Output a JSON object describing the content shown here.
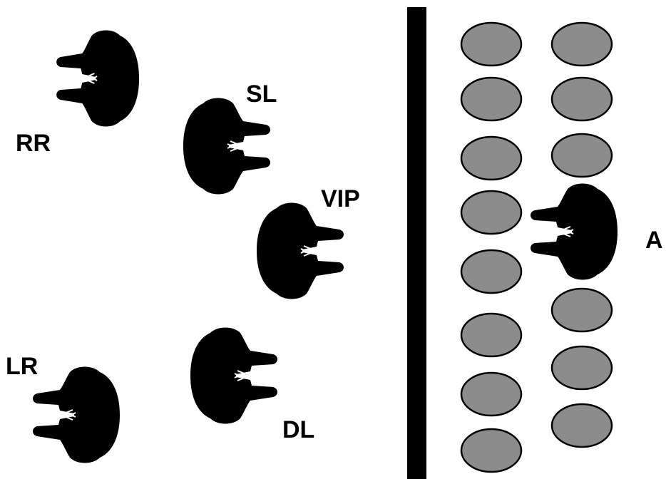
{
  "labels": {
    "rr": "RR",
    "sl": "SL",
    "vip": "VIP",
    "lr": "LR",
    "dl": "DL",
    "a": "A"
  },
  "colors": {
    "background": "#ffffff",
    "figure": "#000000",
    "wall": "#000000",
    "seat_fill": "#8c8c8c",
    "seat_stroke": "#000000"
  },
  "icons": {
    "person": "person-topdown-icon",
    "seat": "seat-ellipse"
  }
}
